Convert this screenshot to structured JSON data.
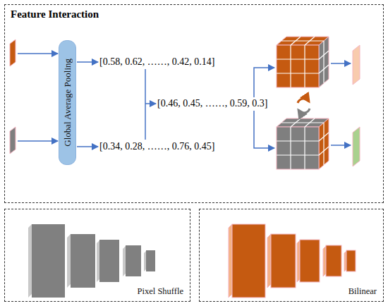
{
  "diagram": {
    "nodes": [
      {
        "text": [
          "Feature Interaction"
        ]
      },
      {
        "text": [
          "Global Average Pooling"
        ],
        "in": 0
      },
      {
        "text": [
          "Pixel Shuffle"
        ]
      },
      {
        "text": [
          "Bilinear"
        ]
      }
    ],
    "labels": [
      "[0.58, 0.62, ……, 0.42, 0.14]",
      "[0.46, 0.45, ……, 0.59, 0.3]",
      "[0.34, 0.28, ……, 0.76, 0.45]"
    ]
  }
}
